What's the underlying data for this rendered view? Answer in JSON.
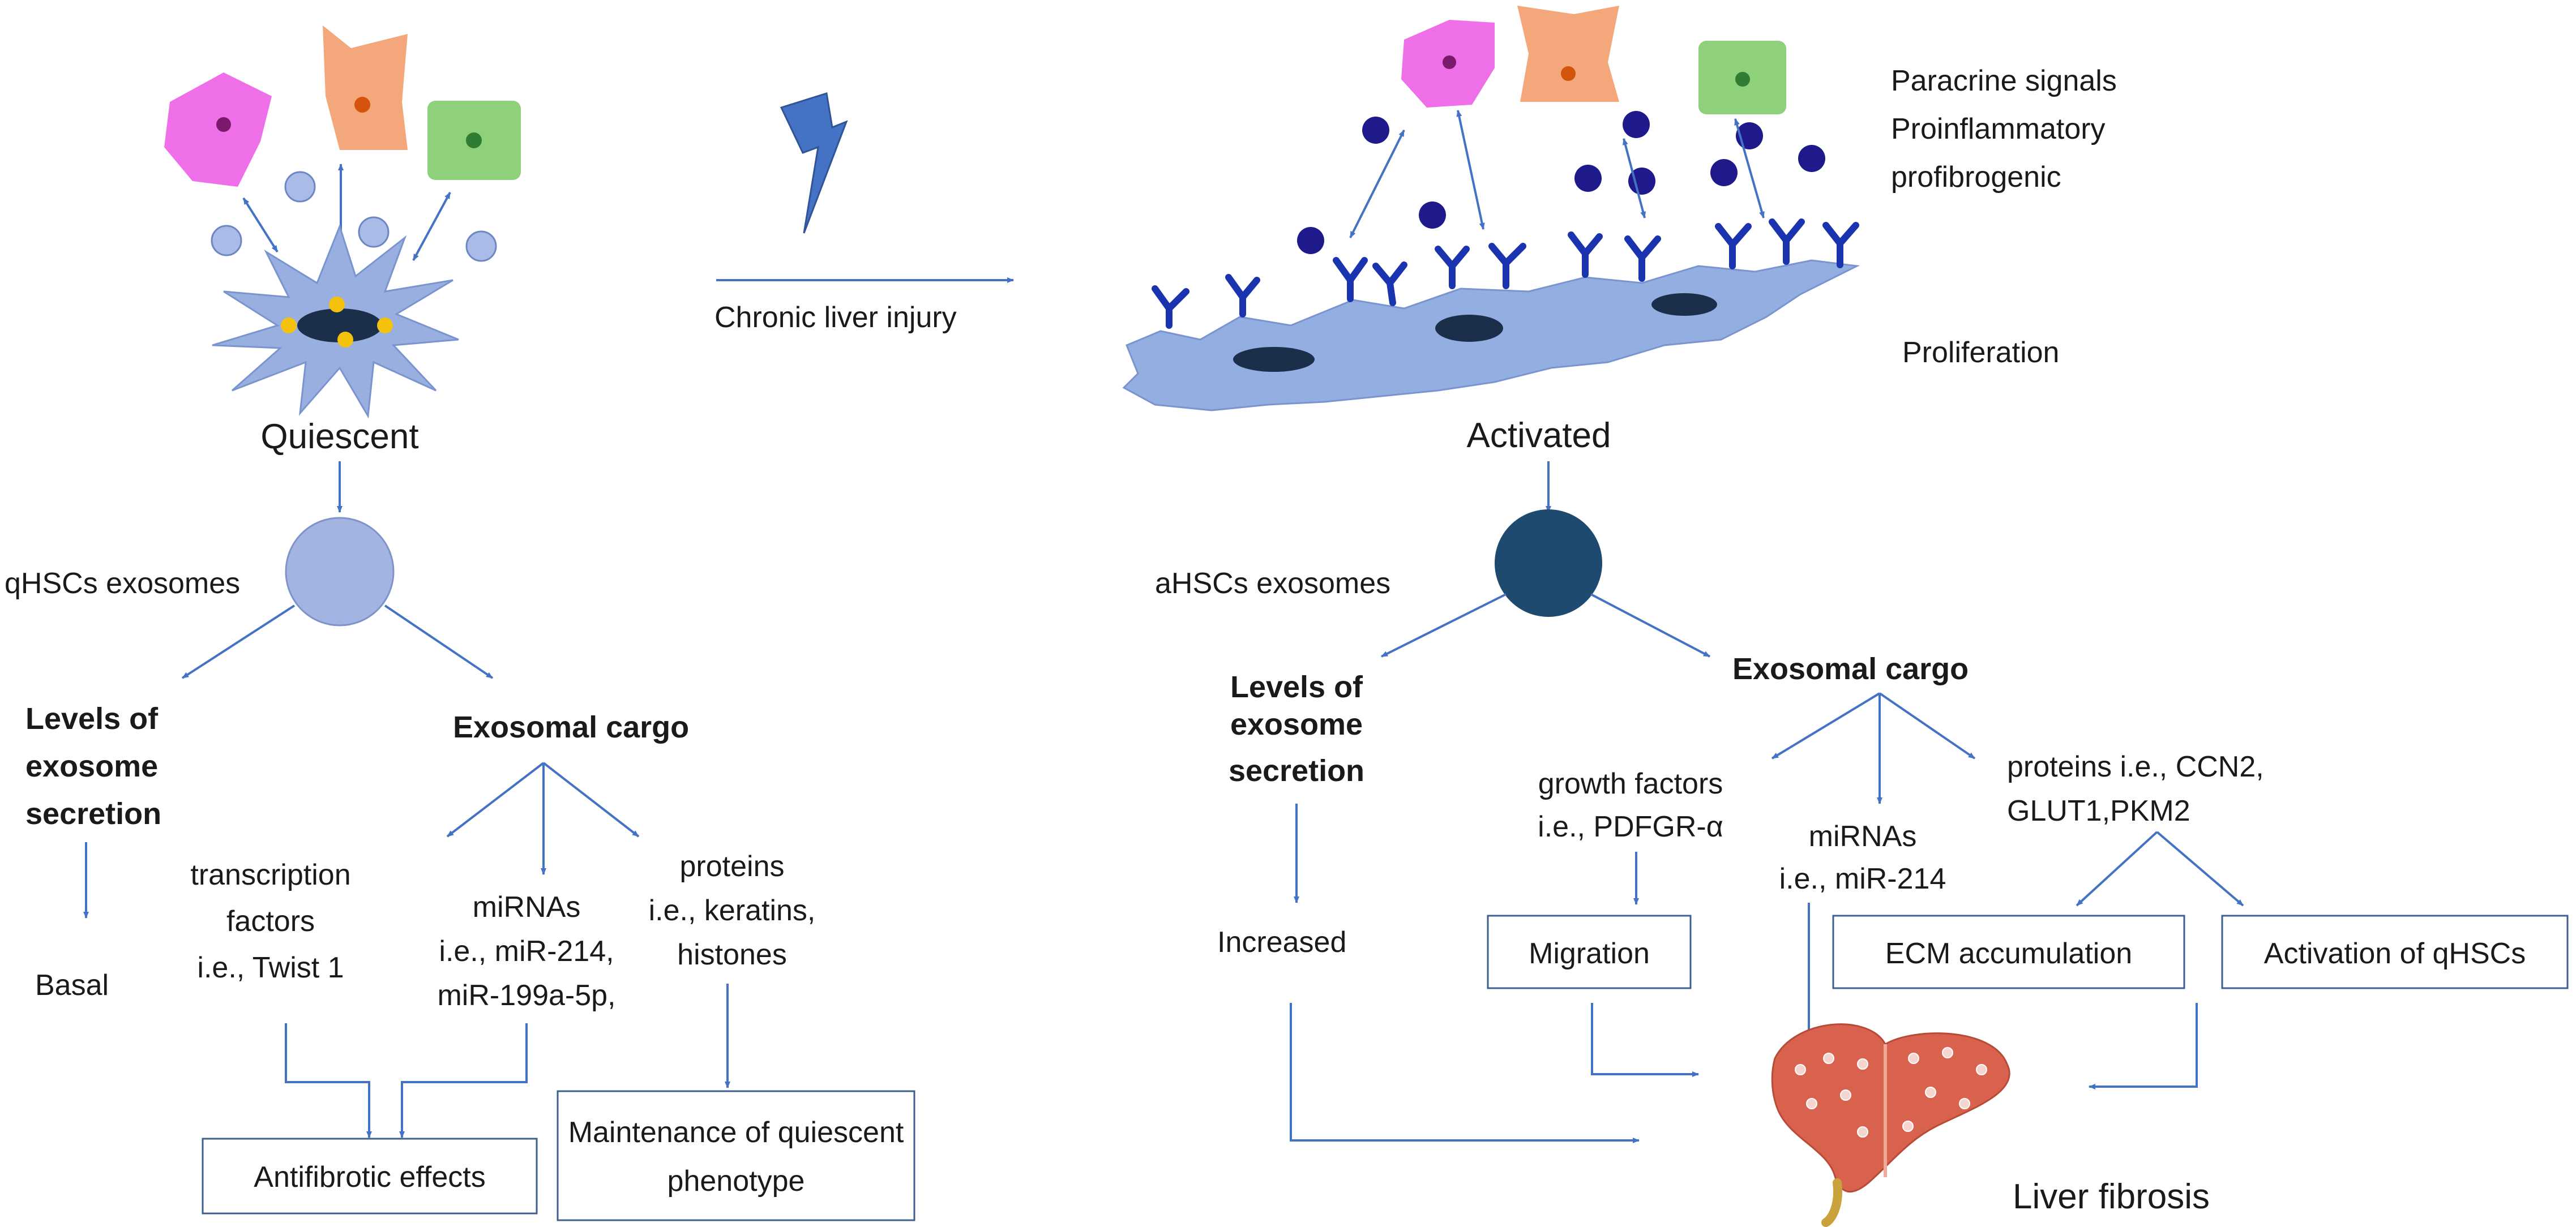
{
  "colors": {
    "arrow": "#4472c4",
    "quiescent_cell": "#98afe0",
    "activated_cell": "#93aee0",
    "small_exosome": "#a9bbe6",
    "dark_exosome": "#1e1a8c",
    "receptor": "#1a34b0",
    "nucleus": "#1c2f4a",
    "lipid_droplet": "#f4c20d",
    "pink_cell": "#ef6fe8",
    "orange_cell": "#f4a77a",
    "green_cell": "#8fd07a",
    "qHSC_exosome": "#a3b4e3",
    "aHSC_exosome": "#1f4a70",
    "liver": "#d9624e"
  },
  "icons": {
    "injury": "lightning-bolt-icon",
    "liver": "liver-icon"
  },
  "labels": {
    "quiescent": "Quiescent",
    "activated": "Activated",
    "chronic_injury": "Chronic liver injury",
    "paracrine": [
      "Paracrine signals",
      "Proinflammatory",
      "profibrogenic"
    ],
    "proliferation": "Proliferation",
    "qhsc_exosomes": "qHSCs exosomes",
    "ahsc_exosomes": "aHSCs exosomes",
    "liver_fibrosis": "Liver fibrosis"
  },
  "left": {
    "levels": [
      "Levels of",
      "exosome",
      "secretion"
    ],
    "basal": "Basal",
    "cargo": "Exosomal cargo",
    "transcription": [
      "transcription",
      "factors",
      "i.e., Twist 1"
    ],
    "mirnas": [
      "miRNAs",
      "i.e., miR-214,",
      "miR-199a-5p,"
    ],
    "proteins": [
      "proteins",
      "i.e., keratins,",
      "histones"
    ],
    "antifibrotic": "Antifibrotic effects",
    "maintenance": [
      "Maintenance of quiescent",
      "phenotype"
    ]
  },
  "right": {
    "levels": [
      "Levels of",
      "exosome",
      "secretion"
    ],
    "increased": "Increased",
    "cargo": "Exosomal cargo",
    "growth": [
      "growth factors",
      "i.e., PDFGR-α"
    ],
    "mirnas": [
      "miRNAs",
      "i.e., miR-214"
    ],
    "proteins": [
      "proteins i.e., CCN2,",
      "GLUT1,PKM2"
    ],
    "migration": "Migration",
    "ecm": "ECM accumulation",
    "activation": "Activation of qHSCs"
  }
}
